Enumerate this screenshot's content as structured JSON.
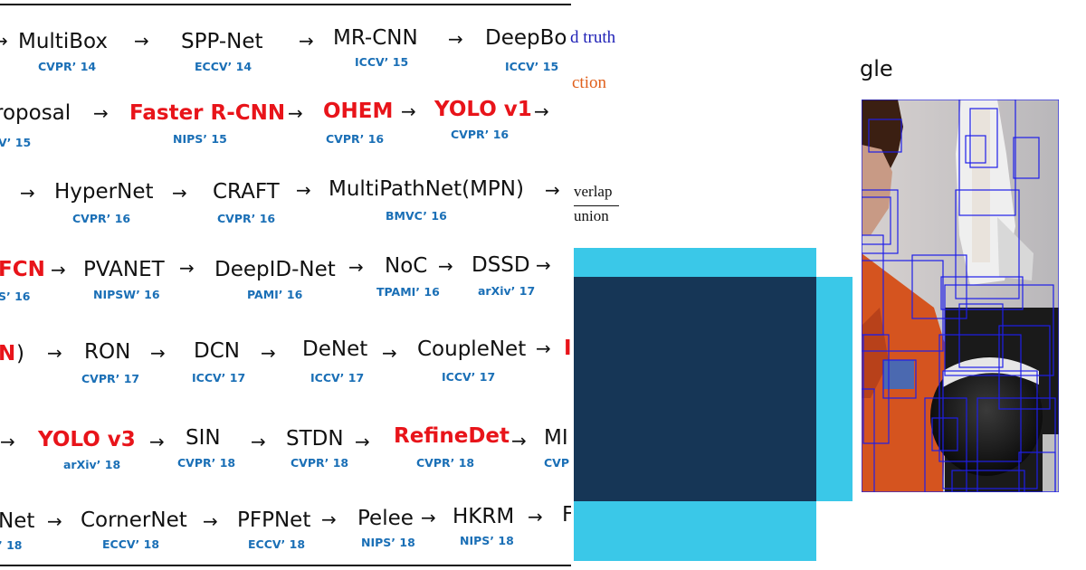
{
  "timeline": {
    "rows": [
      {
        "nodes": [
          {
            "text": "MultiBox",
            "venue": "CVPR’ 14",
            "hl": false
          },
          {
            "text": "SPP-Net",
            "venue": "ECCV’ 14",
            "hl": false
          },
          {
            "text": "MR-CNN",
            "venue": "ICCV’ 15",
            "hl": false
          },
          {
            "text": "DeepBo",
            "venue": "ICCV’ 15",
            "hl": false
          }
        ]
      },
      {
        "nodes": [
          {
            "text": "roposal",
            "venue": "V’ 15",
            "hl": false
          },
          {
            "text": "Faster R-CNN",
            "venue": "NIPS’ 15",
            "hl": true
          },
          {
            "text": "OHEM",
            "venue": "CVPR’ 16",
            "hl": true
          },
          {
            "text": "YOLO v1",
            "venue": "CVPR’ 16",
            "hl": true
          }
        ]
      },
      {
        "nodes": [
          {
            "text": "HyperNet",
            "venue": "CVPR’ 16",
            "hl": false
          },
          {
            "text": "CRAFT",
            "venue": "CVPR’ 16",
            "hl": false
          },
          {
            "text": "MultiPathNet(MPN)",
            "venue": "BMVC’ 16",
            "hl": false
          }
        ]
      },
      {
        "nodes": [
          {
            "text": "FCN",
            "venue": "S’ 16",
            "hl": true
          },
          {
            "text": "PVANET",
            "venue": "NIPSW’ 16",
            "hl": false
          },
          {
            "text": "DeepID-Net",
            "venue": "PAMI’ 16",
            "hl": false
          },
          {
            "text": "NoC",
            "venue": "TPAMI’ 16",
            "hl": false
          },
          {
            "text": "DSSD",
            "venue": "arXiv’ 17",
            "hl": false
          }
        ]
      },
      {
        "nodes": [
          {
            "text": "N",
            "venue": "",
            "hl": true
          },
          {
            "text": "RON",
            "venue": "CVPR’ 17",
            "hl": false
          },
          {
            "text": "DCN",
            "venue": "ICCV’ 17",
            "hl": false
          },
          {
            "text": "DeNet",
            "venue": "ICCV’ 17",
            "hl": false
          },
          {
            "text": "CoupleNet",
            "venue": "ICCV’ 17",
            "hl": false
          }
        ]
      },
      {
        "nodes": [
          {
            "text": "YOLO v3",
            "venue": "arXiv’ 18",
            "hl": true
          },
          {
            "text": "SIN",
            "venue": "CVPR’ 18",
            "hl": false
          },
          {
            "text": "STDN",
            "venue": "CVPR’ 18",
            "hl": false
          },
          {
            "text": "RefineDet",
            "venue": "CVPR’ 18",
            "hl": true
          },
          {
            "text": "MI",
            "venue": "CVP",
            "hl": false
          }
        ]
      },
      {
        "nodes": [
          {
            "text": "Net",
            "venue": "’ 18",
            "hl": false
          },
          {
            "text": "CornerNet",
            "venue": "ECCV’ 18",
            "hl": false
          },
          {
            "text": "PFPNet",
            "venue": "ECCV’ 18",
            "hl": false
          },
          {
            "text": "Pelee",
            "venue": "NIPS’ 18",
            "hl": false
          },
          {
            "text": "HKRM",
            "venue": "NIPS’ 18",
            "hl": false
          },
          {
            "text": "F",
            "venue": "",
            "hl": false
          }
        ]
      }
    ],
    "extra": {
      "paren": ")",
      "red_fragment": "I"
    },
    "arrow_glyph": "→"
  },
  "iou": {
    "ground_truth_fragment": "d truth",
    "detection_fragment": "ction",
    "overlap_fragment": "verlap",
    "union_fragment": "union",
    "colors": {
      "ground_truth": "#1d1fb6",
      "detection": "#e0601c",
      "light": "#3ac8e8",
      "dark": "#163656"
    }
  },
  "example": {
    "label_fragment": "gle",
    "box_color": "#1e1ee8"
  }
}
